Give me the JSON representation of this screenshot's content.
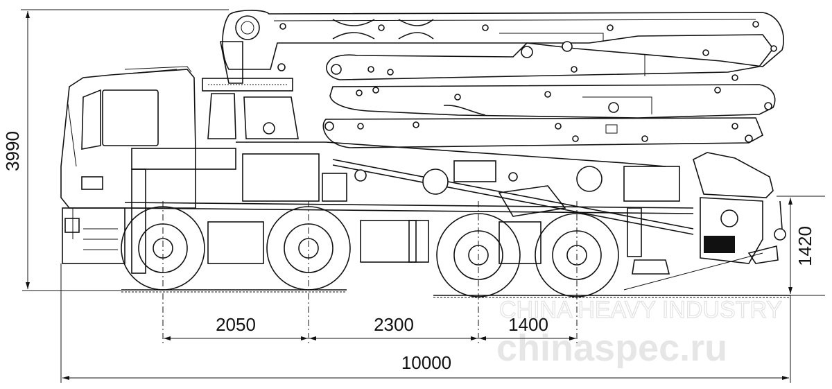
{
  "dimensions": {
    "total_height": "3990",
    "rear_height": "1420",
    "wheelbase_1": "2050",
    "wheelbase_2": "2300",
    "wheelbase_3": "1400",
    "overall_length": "10000"
  },
  "watermark": {
    "faint_text": "CHINA HEAVY INDUSTRY",
    "site": "chinaspec.ru"
  }
}
